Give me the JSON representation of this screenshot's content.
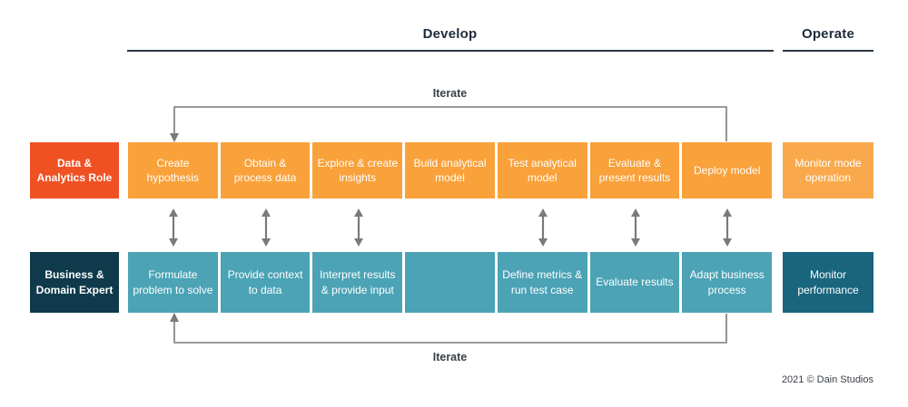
{
  "headers": {
    "develop": "Develop",
    "operate": "Operate"
  },
  "iterate": {
    "top": "Iterate",
    "bottom": "Iterate"
  },
  "analytics_row": {
    "label": "Data & Analytics Role",
    "steps": [
      "Create hypothesis",
      "Obtain & process data",
      "Explore & create insights",
      "Build analytical model",
      "Test analytical model",
      "Evaluate & present results",
      "Deploy model"
    ],
    "operate_step": "Monitor mode operation"
  },
  "business_row": {
    "label": "Business & Domain Expert",
    "steps": [
      "Formulate problem to solve",
      "Provide context to data",
      "Interpret results & provide input",
      "",
      "Define metrics & run test case",
      "Evaluate results",
      "Adapt business process"
    ],
    "operate_step": "Monitor performance"
  },
  "footer": "2021 © Dain Studios",
  "colors": {
    "analytics_box": "#F9A13A",
    "analytics_label": "#F05123",
    "analytics_operate": "#F9A94B",
    "business_box": "#4BA3B5",
    "business_label": "#0E3A4C",
    "business_operate": "#19657E",
    "line": "#7a7a7a"
  }
}
